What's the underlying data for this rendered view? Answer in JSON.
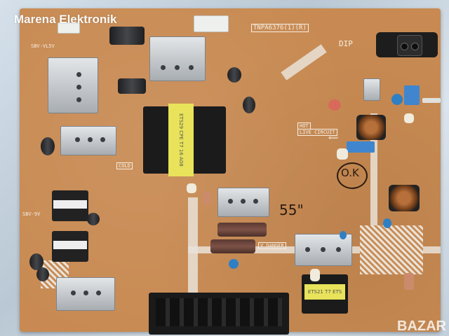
{
  "photo": {
    "subject": "Power supply circuit board",
    "watermark_top": "Marena Elektronik",
    "watermark_bottom": "BAZAR"
  },
  "board_markings": {
    "part_number": "TNPA6376(1)(R)",
    "dip_label": "DIP",
    "hot_label": "HOT",
    "live_circuit_label": "LIVE CIRCUIT",
    "cold_label": "COLD",
    "danger_label": "V DANGER",
    "transformer_main_label": "ETS29 CPE T7 16 A08",
    "transformer_small_label": "ETS21 T7 ETS",
    "voltage_label_1": "SBV-VL5V",
    "voltage_label_2": "SBV-9V"
  },
  "handwriting": {
    "ok_mark": "O.K",
    "size_mark": "55\""
  },
  "colors": {
    "pcb": "#c88a52",
    "silkscreen": "#f5efe4",
    "heatsink": "#c8ccd0",
    "transformer_label": "#e8e35a"
  }
}
